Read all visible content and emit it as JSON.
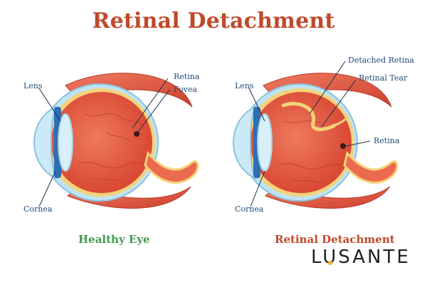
{
  "title": "Retinal Detachment",
  "healthy": {
    "caption": "Healthy Eye",
    "labels": {
      "lens": "Lens",
      "cornea": "Cornea",
      "retina": "Retina",
      "fovea": "Fovea"
    }
  },
  "detached": {
    "caption": "Retinal Detachment",
    "labels": {
      "lens": "Lens",
      "cornea": "Cornea",
      "detached_retina": "Detached Retina",
      "retinal_tear": "Retinal Tear",
      "retina": "Retina"
    }
  },
  "logo": "LUSANTE",
  "colors": {
    "title": "#c0492b",
    "caption_healthy": "#3f9a4e",
    "caption_detached": "#c0492b",
    "label": "#1f4a78",
    "muscle": "#e0533e",
    "eyeball": "#e4553f",
    "retina_layer": "#f5d27a",
    "cornea": "#9fd2ec",
    "lens": "#2d6fb5",
    "logo_accent": "#f1b61b"
  }
}
